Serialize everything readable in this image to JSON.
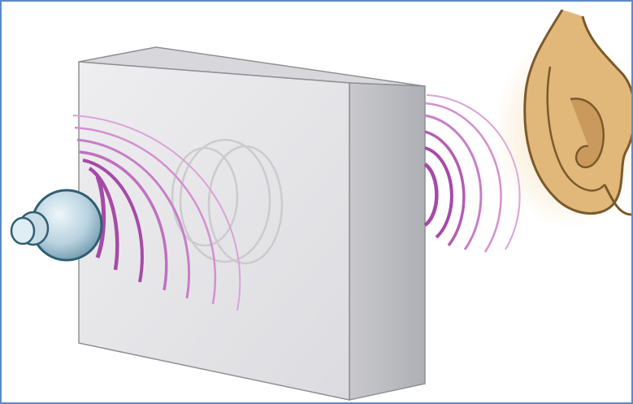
{
  "figure": {
    "subject": "sound-transmission-through-wall",
    "colors": {
      "frame_border": "#5b8bc6",
      "wall_front": "#e7e7ea",
      "wall_top": "#d8d8dc",
      "wall_side": "#bdbdc2",
      "wall_edge": "#8f9096",
      "wave_strong": "#a64aa8",
      "wave_light": "#d48fd0",
      "wave_ghost": "#c9c9cc",
      "speaker": "#b8d2df",
      "speaker_rim": "#2f5f74",
      "ear": "#e1b87a",
      "ear_outline": "#7a5a2c"
    },
    "icons": [
      "speaker-icon",
      "ear-icon",
      "wall-block",
      "sound-waves"
    ]
  }
}
